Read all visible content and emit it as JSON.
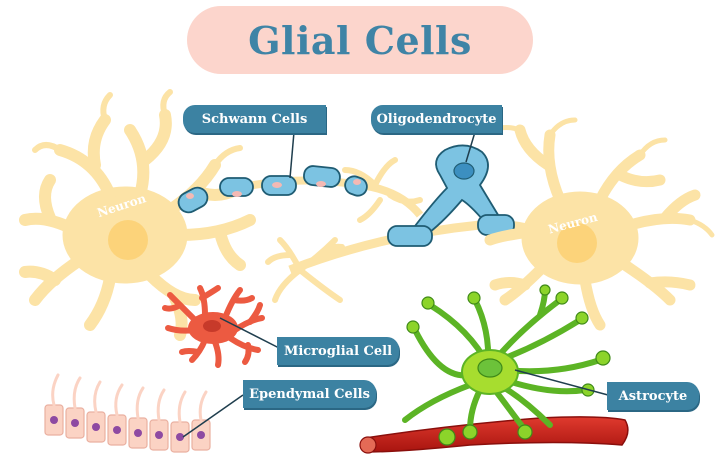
{
  "title": "Glial Cells",
  "labels": {
    "schwann": "Schwann Cells",
    "oligodendrocyte": "Oligodendrocyte",
    "microglial": "Microglial Cell",
    "ependymal": "Ependymal Cells",
    "astrocyte": "Astrocyte",
    "neuron_left": "Neuron",
    "neuron_right": "Neuron"
  },
  "colors": {
    "title_bg": "#fcd5cc",
    "title_text": "#3f84a6",
    "label_bg": "#3c82a2",
    "neuron": "#fce3a6",
    "neuron_nucleus": "#fcd37a",
    "schwann": "#7cc3e2",
    "microglia": "#ec5a41",
    "ependymal": "#fbd3c4",
    "ependymal_nucleus": "#8e4aa2",
    "astrocyte": "#8cd42a",
    "blood_vessel": "#c8201c"
  }
}
